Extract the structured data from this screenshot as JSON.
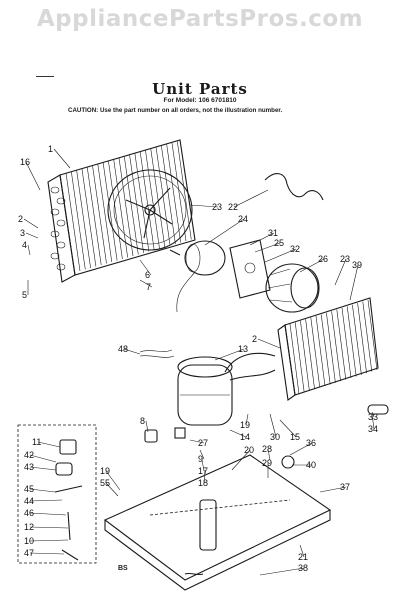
{
  "watermark": "AppliancePartsPros.com",
  "heading": {
    "title": "Unit Parts",
    "model": "For Model: 106 6701810",
    "caution": "CAUTION: Use the part number on all orders, not the illustration number."
  },
  "corner_mark": "BS",
  "callouts": [
    {
      "id": "c1",
      "text": "1"
    },
    {
      "id": "c16",
      "text": "16"
    },
    {
      "id": "c2a",
      "text": "2"
    },
    {
      "id": "c3",
      "text": "3"
    },
    {
      "id": "c4",
      "text": "4"
    },
    {
      "id": "c5",
      "text": "5"
    },
    {
      "id": "c6",
      "text": "6"
    },
    {
      "id": "c7",
      "text": "7"
    },
    {
      "id": "c23a",
      "text": "23"
    },
    {
      "id": "c22",
      "text": "22"
    },
    {
      "id": "c24",
      "text": "24"
    },
    {
      "id": "c31",
      "text": "31"
    },
    {
      "id": "c25",
      "text": "25"
    },
    {
      "id": "c32",
      "text": "32"
    },
    {
      "id": "c26",
      "text": "26"
    },
    {
      "id": "c23b",
      "text": "23"
    },
    {
      "id": "c39",
      "text": "39"
    },
    {
      "id": "c48",
      "text": "48"
    },
    {
      "id": "c13",
      "text": "13"
    },
    {
      "id": "c2b",
      "text": "2"
    },
    {
      "id": "c33",
      "text": "33"
    },
    {
      "id": "c34",
      "text": "34"
    },
    {
      "id": "c8",
      "text": "8"
    },
    {
      "id": "c19a",
      "text": "19"
    },
    {
      "id": "c14",
      "text": "14"
    },
    {
      "id": "c30",
      "text": "30"
    },
    {
      "id": "c15",
      "text": "15"
    },
    {
      "id": "c27",
      "text": "27"
    },
    {
      "id": "c9",
      "text": "9"
    },
    {
      "id": "c17",
      "text": "17"
    },
    {
      "id": "c18",
      "text": "18"
    },
    {
      "id": "c20",
      "text": "20"
    },
    {
      "id": "c28",
      "text": "28"
    },
    {
      "id": "c29",
      "text": "29"
    },
    {
      "id": "c36",
      "text": "36"
    },
    {
      "id": "c40",
      "text": "40"
    },
    {
      "id": "c11",
      "text": "11"
    },
    {
      "id": "c42",
      "text": "42"
    },
    {
      "id": "c43",
      "text": "43"
    },
    {
      "id": "c45",
      "text": "45"
    },
    {
      "id": "c44",
      "text": "44"
    },
    {
      "id": "c46",
      "text": "46"
    },
    {
      "id": "c12",
      "text": "12"
    },
    {
      "id": "c10",
      "text": "10"
    },
    {
      "id": "c47",
      "text": "47"
    },
    {
      "id": "c19b",
      "text": "19"
    },
    {
      "id": "c55",
      "text": "55"
    },
    {
      "id": "c37",
      "text": "37"
    },
    {
      "id": "c21",
      "text": "21"
    },
    {
      "id": "c38",
      "text": "38"
    }
  ]
}
